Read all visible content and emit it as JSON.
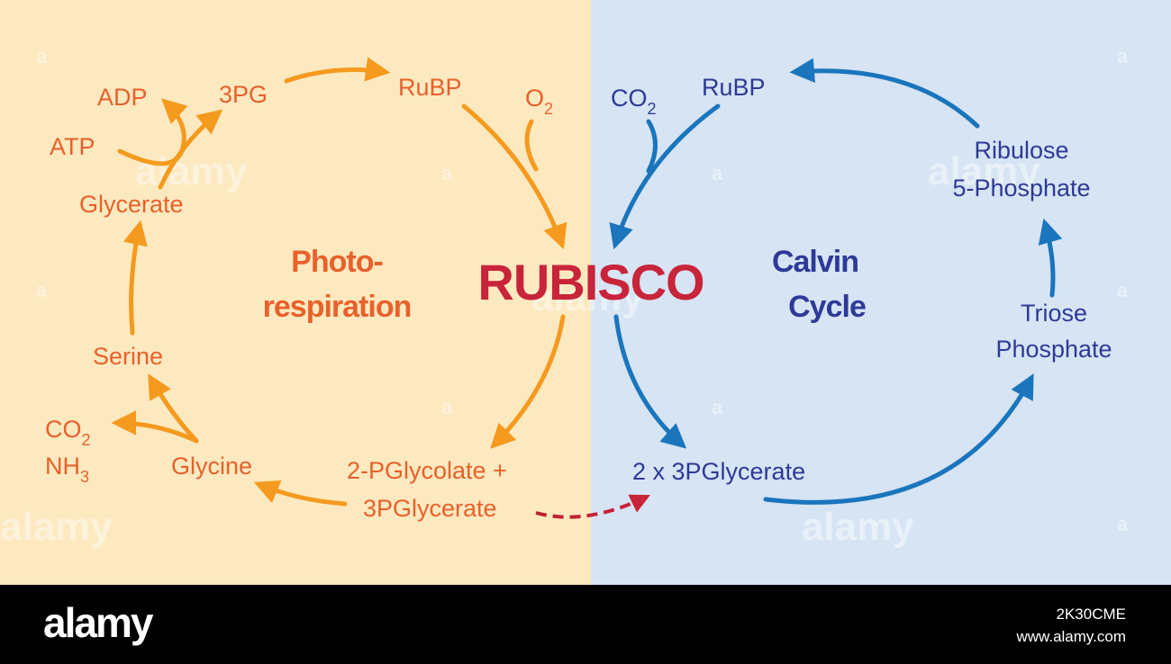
{
  "colors": {
    "left_bg": "#FDE9BF",
    "right_bg": "#D6E4F4",
    "orange_arrow": "#F49A1F",
    "orange_text": "#E8612C",
    "blue_arrow": "#1A75BC",
    "blue_text": "#2E3A97",
    "red": "#C8243A",
    "footer_bg": "#000000"
  },
  "photorespiration": {
    "title_line1": "Photo-",
    "title_line2": "respiration",
    "rubp": "RuBP",
    "o2_base": "O",
    "o2_sub": "2",
    "pg3": "3PG",
    "adp": "ADP",
    "atp": "ATP",
    "glycerate": "Glycerate",
    "serine": "Serine",
    "co2_base": "CO",
    "co2_sub": "2",
    "nh3_base": "NH",
    "nh3_sub": "3",
    "glycine": "Glycine",
    "pglycolate": "2-PGlycolate +",
    "pglycerate": "3PGlycerate"
  },
  "center": {
    "rubisco": "RUBISCO"
  },
  "calvin": {
    "title_line1": "Calvin",
    "title_line2": "Cycle",
    "co2_base": "CO",
    "co2_sub": "2",
    "rubp": "RuBP",
    "ribulose_line1": "Ribulose",
    "ribulose_line2": "5-Phosphate",
    "triose_line1": "Triose",
    "triose_line2": "Phosphate",
    "pglycerate": "2 x 3PGlycerate"
  },
  "watermark": {
    "text": "alamy",
    "letter": "a"
  },
  "footer": {
    "logo": "alamy",
    "image_id": "2K30CME",
    "url": "www.alamy.com"
  }
}
